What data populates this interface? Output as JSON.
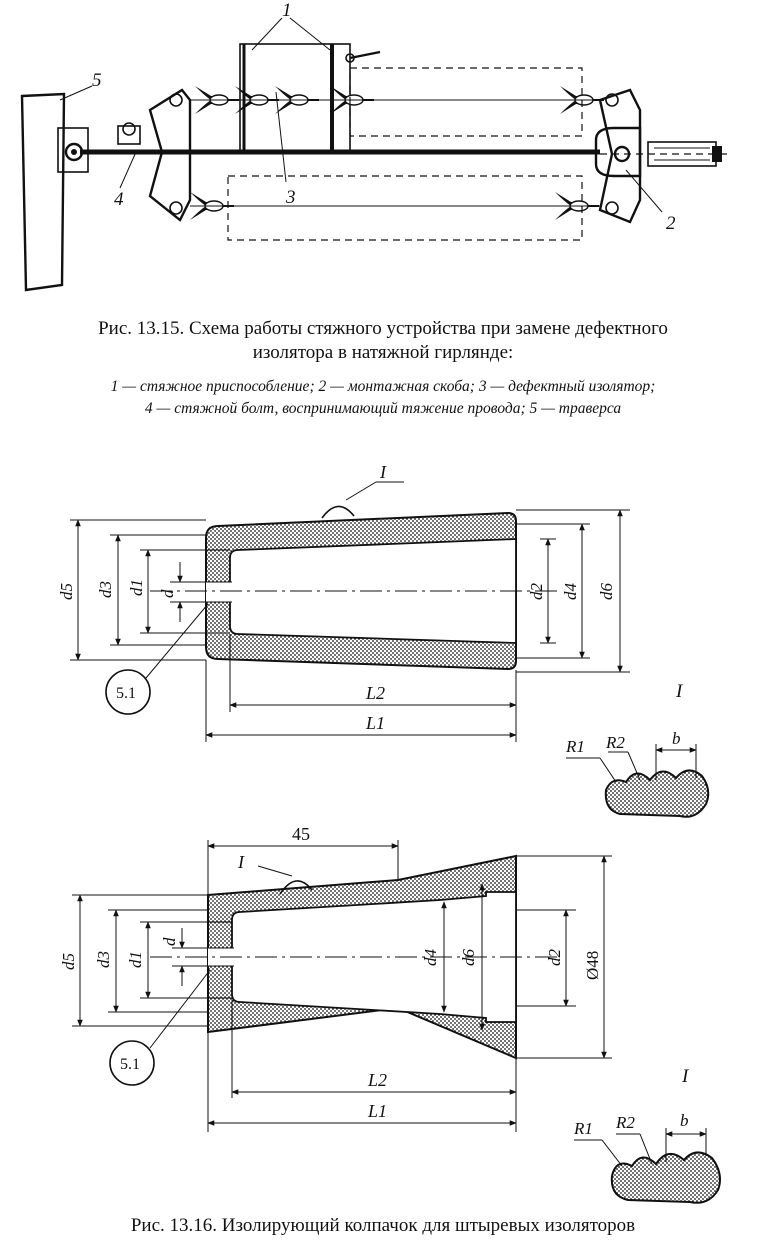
{
  "fig1": {
    "caption_line1": "Рис. 13.15. Схема работы стяжного устройства при замене дефектного",
    "caption_line2": "изолятора в натяжной гирлянде:",
    "legend_line1": "1 — стяжное приспособление; 2 — монтажная скоба; 3 — дефектный изолятор;",
    "legend_line2": "4 — стяжной болт, воспринимающий тяжение провода; 5 — траверса",
    "labels": {
      "l1": "1",
      "l2": "2",
      "l3": "3",
      "l4": "4",
      "l5": "5"
    }
  },
  "fig2": {
    "caption": "Рис. 13.16. Изолирующий колпачок для штыревых изоляторов",
    "top": {
      "d5": "d5",
      "d3": "d3",
      "d1": "d1",
      "d": "d",
      "d2": "d2",
      "d4": "d4",
      "d6": "d6",
      "L2": "L2",
      "L1": "L1",
      "callout": "5.1",
      "detail_mark": "I",
      "detail_title": "I",
      "R1": "R1",
      "R2": "R2",
      "b": "b"
    },
    "bottom": {
      "dim45": "45",
      "d5": "d5",
      "d3": "d3",
      "d1": "d1",
      "d": "d",
      "d4": "d4",
      "d6": "d6",
      "d2": "d2",
      "phi48": "Ø48",
      "L2": "L2",
      "L1": "L1",
      "callout": "5.1",
      "detail_mark": "I",
      "detail_title": "I",
      "R1": "R1",
      "R2": "R2",
      "b": "b"
    }
  }
}
